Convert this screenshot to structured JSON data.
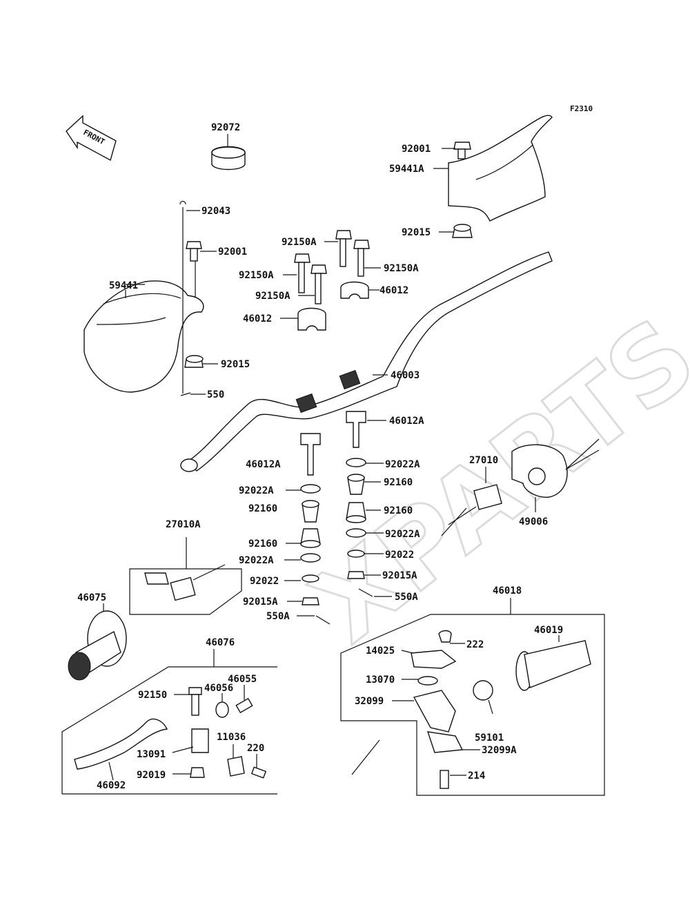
{
  "figure_code": "F2310",
  "front_arrow_label": "FRONT",
  "watermark": "XPARTS",
  "labels": {
    "p92072": "92072",
    "p92043": "92043",
    "p92001_left": "92001",
    "p59441": "59441",
    "p92015_left": "92015",
    "p550": "550",
    "p92001_right": "92001",
    "p59441A": "59441A",
    "p92015_right": "92015",
    "p92150A_1": "92150A",
    "p92150A_2": "92150A",
    "p92150A_3": "92150A",
    "p92150A_4": "92150A",
    "p46012_1": "46012",
    "p46012_2": "46012",
    "p46003": "46003",
    "p46012A_left": "46012A",
    "p46012A_right": "46012A",
    "p92022A_1": "92022A",
    "p92022A_2": "92022A",
    "p92022A_3": "92022A",
    "p92022A_4": "92022A",
    "p92160_1": "92160",
    "p92160_2": "92160",
    "p92160_3": "92160",
    "p92160_4": "92160",
    "p92022_left": "92022",
    "p92022_right": "92022",
    "p92015A_left": "92015A",
    "p92015A_right": "92015A",
    "p550A_left": "550A",
    "p550A_right": "550A",
    "p27010": "27010",
    "p49006": "49006",
    "p27010A": "27010A",
    "p46075": "46075",
    "p46076": "46076",
    "p92150": "92150",
    "p46056": "46056",
    "p46055": "46055",
    "p11036": "11036",
    "p220": "220",
    "p13091": "13091",
    "p92019": "92019",
    "p46092": "46092",
    "p46018": "46018",
    "p14025": "14025",
    "p222": "222",
    "p46019": "46019",
    "p13070": "13070",
    "p32099": "32099",
    "p59101": "59101",
    "p32099A": "32099A",
    "p214": "214"
  }
}
